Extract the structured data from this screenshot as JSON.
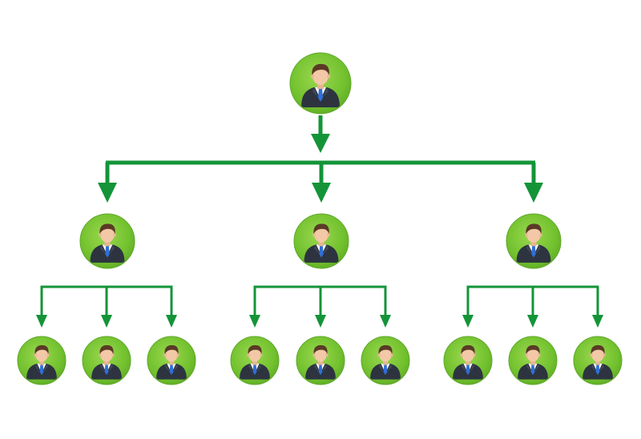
{
  "diagram": {
    "type": "org-hierarchy",
    "colors": {
      "connector": "#149438",
      "node_fill": "#72c12e",
      "node_fill_light": "#8fd44a",
      "node_border": "#5ea82a",
      "suit": "#2d3440",
      "shirt": "#ffffff",
      "tie": "#2f6fd6",
      "skin": "#f3c8a6",
      "hair": "#5a3a26"
    },
    "icon": "businessman-avatar-icon",
    "levels": [
      {
        "level": 1,
        "node_count": 1
      },
      {
        "level": 2,
        "node_count": 3
      },
      {
        "level": 3,
        "node_count": 9
      }
    ],
    "nodes": [
      {
        "id": "root",
        "parent": null
      },
      {
        "id": "m1",
        "parent": "root"
      },
      {
        "id": "m2",
        "parent": "root"
      },
      {
        "id": "m3",
        "parent": "root"
      },
      {
        "id": "e1",
        "parent": "m1"
      },
      {
        "id": "e2",
        "parent": "m1"
      },
      {
        "id": "e3",
        "parent": "m1"
      },
      {
        "id": "e4",
        "parent": "m2"
      },
      {
        "id": "e5",
        "parent": "m2"
      },
      {
        "id": "e6",
        "parent": "m2"
      },
      {
        "id": "e7",
        "parent": "m3"
      },
      {
        "id": "e8",
        "parent": "m3"
      },
      {
        "id": "e9",
        "parent": "m3"
      }
    ]
  }
}
